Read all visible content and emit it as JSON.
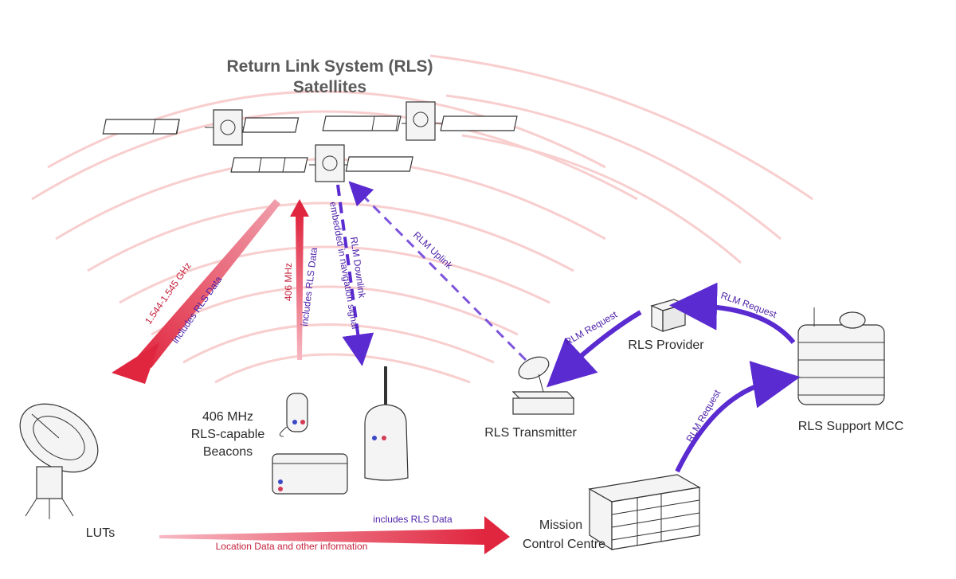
{
  "title": {
    "line1": "Return Link System (RLS)",
    "line2": "Satellites"
  },
  "nodes": {
    "luts": "LUTs",
    "beacons": [
      "406 MHz",
      "RLS-capable",
      "Beacons"
    ],
    "transmitter": "RLS Transmitter",
    "provider": "RLS Provider",
    "support_mcc": "RLS Support MCC",
    "mcc": [
      "Mission",
      "Control Centre"
    ]
  },
  "links": {
    "downlink_freq": "1.544-1.545 GHz",
    "downlink_data": "includes RLS Data",
    "uplink_406": "406 MHz",
    "uplink_406_data": "includes RLS Data",
    "rlm_downlink": "RLM Downlink",
    "rlm_downlink_note": "embedded in navigation signal",
    "rlm_uplink": "RLM Uplink",
    "rlm_request_1": "RLM Request",
    "rlm_request_2": "RLM Request",
    "rlm_request_3": "RLM Request",
    "lut_mcc_top": "includes RLS Data",
    "lut_mcc_bottom": "Location Data and other information"
  },
  "colors": {
    "red": "#e0263f",
    "purple": "#5a2bd0",
    "wave": "#f7c6c6"
  },
  "icons": [
    "satellite-icon",
    "dish-antenna-icon",
    "beacon-icon",
    "building-icon",
    "server-icon"
  ]
}
